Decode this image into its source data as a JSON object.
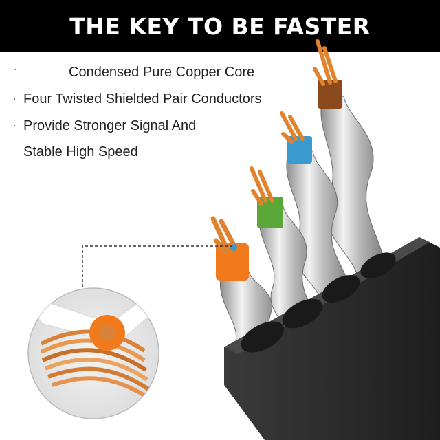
{
  "banner": {
    "title": "THE KEY TO BE FASTER"
  },
  "features": {
    "line1": "Condensed Pure Copper Core",
    "line2": "Four Twisted Shielded Pair Conductors",
    "line3": "Provide Stronger Signal And",
    "line4": "Stable High Speed",
    "bullet": "·"
  },
  "colors": {
    "banner_bg": "#000000",
    "banner_text": "#ffffff",
    "jacket": "#2b2b2b",
    "copper": "#e0822e",
    "pair_orange": "#f07a1c",
    "pair_green": "#5aa83a",
    "pair_blue": "#3a9ad0",
    "pair_brown": "#8a4a1e",
    "foil": "#c9c9c9"
  },
  "icons": {
    "cable": "flat-cable-illustration",
    "zoom": "copper-core-zoom-circle"
  }
}
